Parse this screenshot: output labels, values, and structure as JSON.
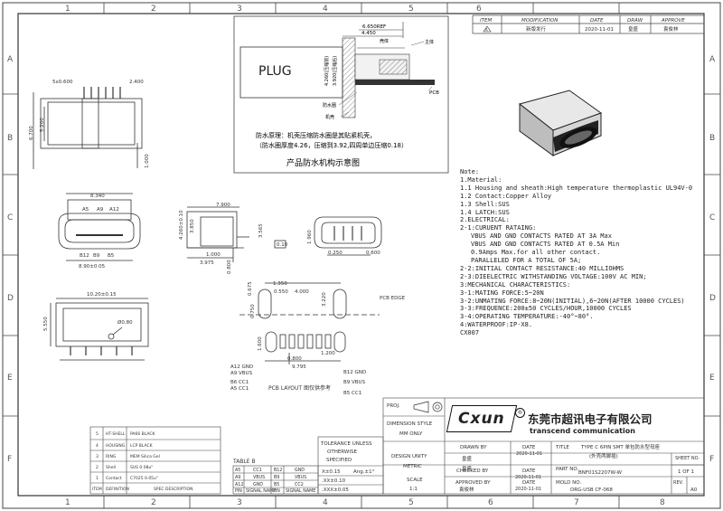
{
  "grid": {
    "cols": [
      "1",
      "2",
      "3",
      "4",
      "5",
      "6",
      "7",
      "8"
    ],
    "rows": [
      "A",
      "B",
      "C",
      "D",
      "E",
      "F"
    ]
  },
  "revision": {
    "headers": [
      "ITEM",
      "MODIFICATION",
      "DATE",
      "DRAW",
      "APPROVE"
    ],
    "row": {
      "item": "A",
      "modification": "新版发行",
      "date": "2020-11-01",
      "draw": "皇盛",
      "approve": "袁俊林"
    }
  },
  "plug_diagram": {
    "plug_label": "PLUG",
    "dims": {
      "ref": "6.650REF",
      "d1": "4.450",
      "h1": "4.260(压缩前)",
      "h2": "3.920(压缩后)"
    },
    "labels": {
      "shell": "主体",
      "housing": "壳体",
      "waterproof": "防水圈",
      "pcb": "PCB",
      "machine_shell": "机壳"
    },
    "principle_1": "防水原理：机壳压缩防水圈是其贴紧机壳，",
    "principle_2": "（防水圈厚度4.26，压缩到3.92,四周单边压缩0.18）",
    "caption": "产品防水机构示意图"
  },
  "dims": {
    "top_5x": "5x0.600",
    "top_2400": "2.400",
    "left_6700": "6.700",
    "left_5200": "5.200",
    "left_1000": "1.000",
    "w8340": "8.340",
    "pins_top": [
      "A5",
      "A9",
      "A12"
    ],
    "pins_bot": [
      "B12",
      "B9",
      "B5"
    ],
    "w8900": "8.90±0.05",
    "w7900": "7.900",
    "w4260": "4.260±0.10",
    "w3850": "3.850",
    "w1000b": "1.000",
    "w3975": "3.975",
    "w3565": "3.565",
    "w0800": "0.800",
    "tol": "0.10",
    "w0250": "0.250",
    "w0600": "0.600",
    "h1960": "1.960",
    "w10200": "10.20±0.15",
    "h5550": "5.550",
    "d080": "Ø0.80",
    "pcb_edge": "PCB EDGE",
    "p1350": "1.350",
    "p0550": "0.550",
    "p4000": "4.000",
    "p0675": "0.675",
    "p0750": "0.750",
    "p3220": "3.220",
    "p1600": "1.600",
    "p0800": "0.800",
    "p9795": "9.795",
    "p1200": "1.200",
    "pcb_left": [
      "A12 GND",
      "A9 VBUS",
      "B6 CC1"
    ],
    "pcb_right": [
      "B12 GND",
      "B9 VBUS",
      "B5 CC1"
    ],
    "pcb_left2": [
      "A5 CC1"
    ],
    "pcb_layout": "PCB LAYOUT 图仅供参考"
  },
  "notes": [
    "Note:",
    "1.Material:",
    "1.1 Housing and sheath:High temperature thermoplastic UL94V-0",
    "1.2 Contact:Copper Alloy",
    "1.3 Shell:SUS",
    "1.4 LATCH:SUS",
    "2.ELECTRICAL:",
    "2-1:CURUENT RATAING:",
    "   VBUS AND GND CONTACTS RATED AT 3A Max",
    "   VBUS AND GND CONTACTS RATED AT 0.5A Min",
    "   0.9Amps Max.for all other contact.",
    "   PARALLELED FOR A TOTAL OF 5A;",
    "2-2:INITIAL CONTACT RESISTANCE:40 MILLIOHMS",
    "2-3:DIEELECTRIC WITHSTANDING VOLTAGE:100V AC MIN;",
    "3:MECHANICAL CHARACTERISTICS:",
    "3-1:MATING FORCE:5~20N",
    "3-2:UNMATING FORCE:8~20N(INITIAL),6~20N(AFTER 10000 CYCLES)",
    "3-3:FREQUENCE:200±50 CYCLES/HOUR,10000 CYCLES",
    "3-4:OPERATING TEMPERATURE:-40°~80°.",
    "4:WATERPROOF:IP-X8.",
    "CX007"
  ],
  "bom": {
    "rows": [
      {
        "item": "5",
        "part": "HT-SHELL",
        "material": "PA66 BLACK"
      },
      {
        "item": "4",
        "part": "HOUSING",
        "material": "LCP BLACK"
      },
      {
        "item": "3",
        "part": "RING",
        "material": "MEM Silica Gel"
      },
      {
        "item": "2",
        "part": "Shell",
        "material": "SUS 0.08u\""
      },
      {
        "item": "1",
        "part": "Contact",
        "material": "C7025 0.05u\""
      }
    ],
    "footer": {
      "item": "ITEM",
      "def": "DEFINITION",
      "spec": "SPEC DESCRIPTION"
    }
  },
  "table_b": {
    "title": "TABLE B",
    "rows": [
      [
        "A5",
        "CC1",
        "B12",
        "GND"
      ],
      [
        "A9",
        "VBUS",
        "B9",
        "VBUS"
      ],
      [
        "A12",
        "GND",
        "B5",
        "CC2"
      ]
    ],
    "footer": [
      "PIN",
      "SIGNAL NAME",
      "PIN",
      "SIGNAL NAME"
    ]
  },
  "tolerance": {
    "head_1": "TOLERANCE UNLESS",
    "head_2": "OTHERWISE",
    "head_3": "SPECIFIED",
    "r1": "X±0.15",
    "r1b": "Ang.±1°",
    "r2": ".XX±0.10",
    "r3": ".XXX±0.05"
  },
  "title_block": {
    "proj": "PROJ.",
    "dim_style_l": "DIMENSION STYLE",
    "dim_style_v": "MM ONLY",
    "design_unity_l": "DESIGN UNITY",
    "design_unity_v": "METRIC",
    "scale_l": "SCALE",
    "scale_v": "1:1",
    "logo": "Cxun",
    "company_cn": "东莞市超讯电子有限公司",
    "company_en": "transcend communication",
    "drawn_by_l": "DRAWN BY",
    "drawn_by_v": "皇盛",
    "checked_by_l": "CHECKED BY",
    "checked_by_v": "皇盛",
    "approved_by_l": "APPROVED BY",
    "approved_by_v": "袁俊林",
    "date_l": "DATE",
    "date_v": "2020-11-01",
    "title_l": "TITLE",
    "title_v1": "TYPE C 6PIN SMT 单包防水型母座",
    "title_v2": "(外壳两脚插)",
    "part_no_l": "PART NO.",
    "part_no_v": "BNF01S2207W-W",
    "sheet_l": "SHEET NO.",
    "sheet_v": "1 OF 1",
    "mold_l": "MOLD NO.",
    "mold_v": "DRG-USB CF-068",
    "rev_l": "REV.",
    "rev_v": "A0"
  }
}
